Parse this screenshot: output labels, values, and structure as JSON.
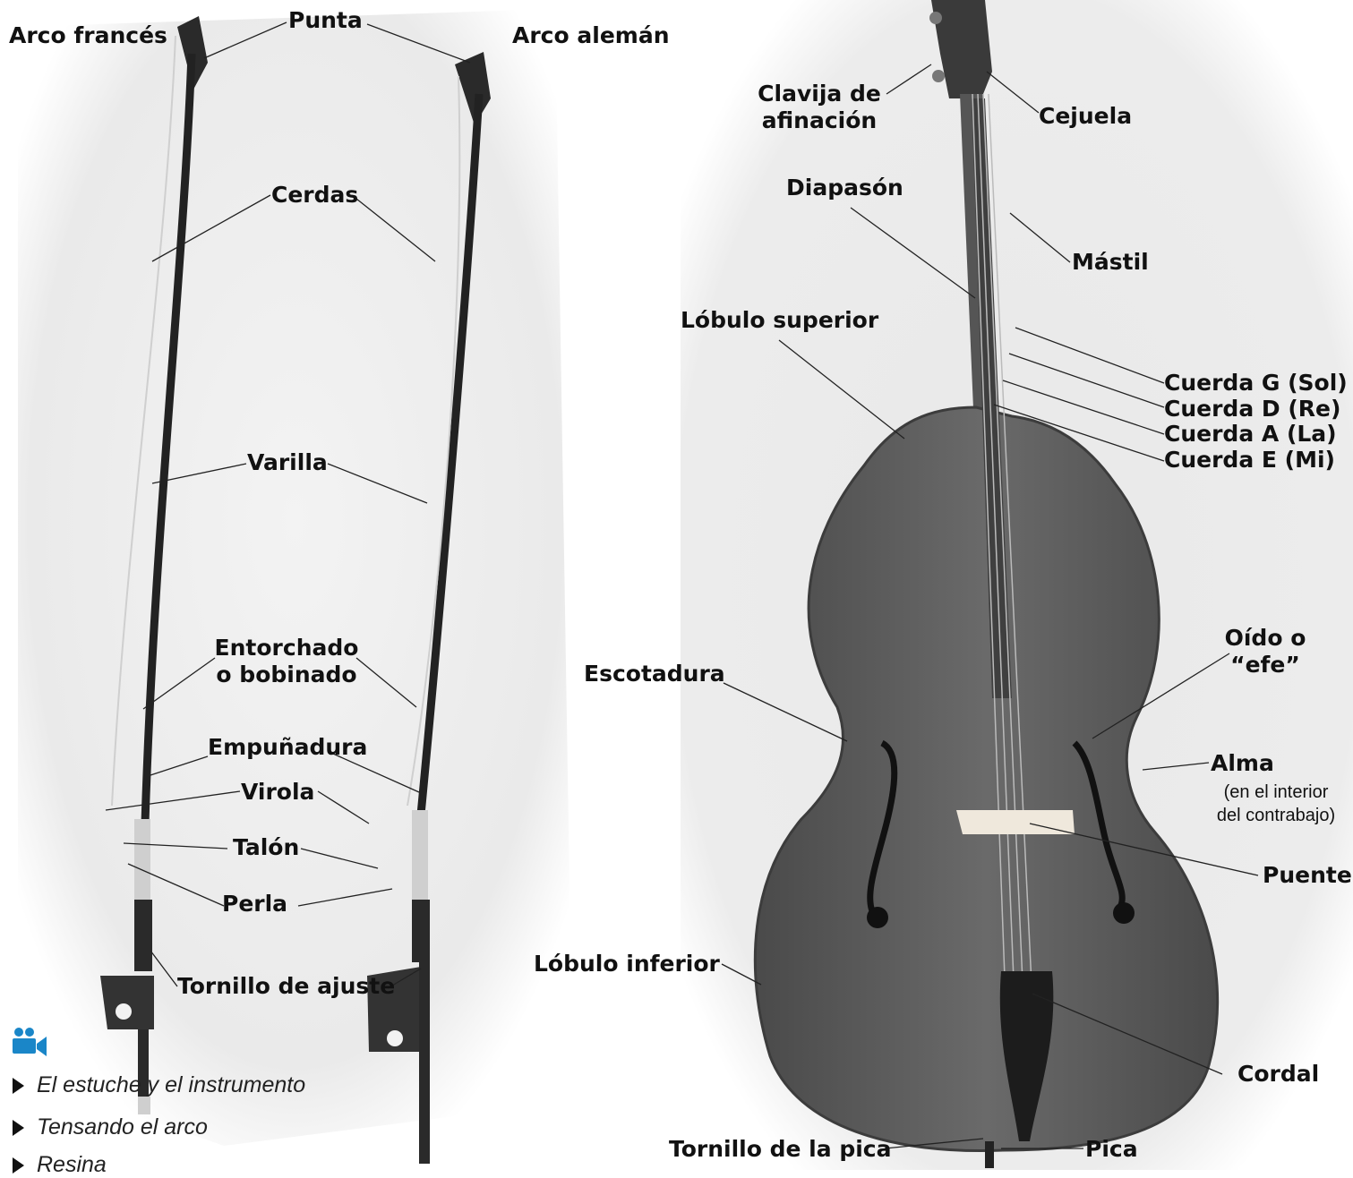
{
  "bows": {
    "french": "Arco francés",
    "german": "Arco alemán",
    "tip": "Punta",
    "hair": "Cerdas",
    "stick": "Varilla",
    "wrapping_1": "Entorchado",
    "wrapping_2": "o bobinado",
    "grip": "Empuñadura",
    "ferrule": "Virola",
    "frog": "Talón",
    "pearl": "Perla",
    "screw": "Tornillo de ajuste"
  },
  "bass": {
    "peg_1": "Clavija de",
    "peg_2": "afinación",
    "nut": "Cejuela",
    "fingerboard": "Diapasón",
    "neck": "Mástil",
    "upper_bout": "Lóbulo superior",
    "string_g": "Cuerda G (Sol)",
    "string_d": "Cuerda D (Re)",
    "string_a": "Cuerda A (La)",
    "string_e": "Cuerda E (Mi)",
    "f_hole_1": "Oído o",
    "f_hole_2": "“efe”",
    "c_bout": "Escotadura",
    "soundpost": "Alma",
    "soundpost_note_1": "(en el interior",
    "soundpost_note_2": "del contrabajo)",
    "bridge": "Puente",
    "lower_bout": "Lóbulo inferior",
    "tailpiece": "Cordal",
    "endpin_screw": "Tornillo de la pica",
    "endpin": "Pica"
  },
  "videos": [
    "El estuche y el instrumento",
    "Tensando el arco",
    "Resina"
  ],
  "colors": {
    "video_icon": "#1a86c8",
    "wood": "#5a5a5a",
    "ebony": "#1f1f1f"
  },
  "icons": {
    "video": "video-camera-icon",
    "bullet": "play-triangle-icon"
  }
}
